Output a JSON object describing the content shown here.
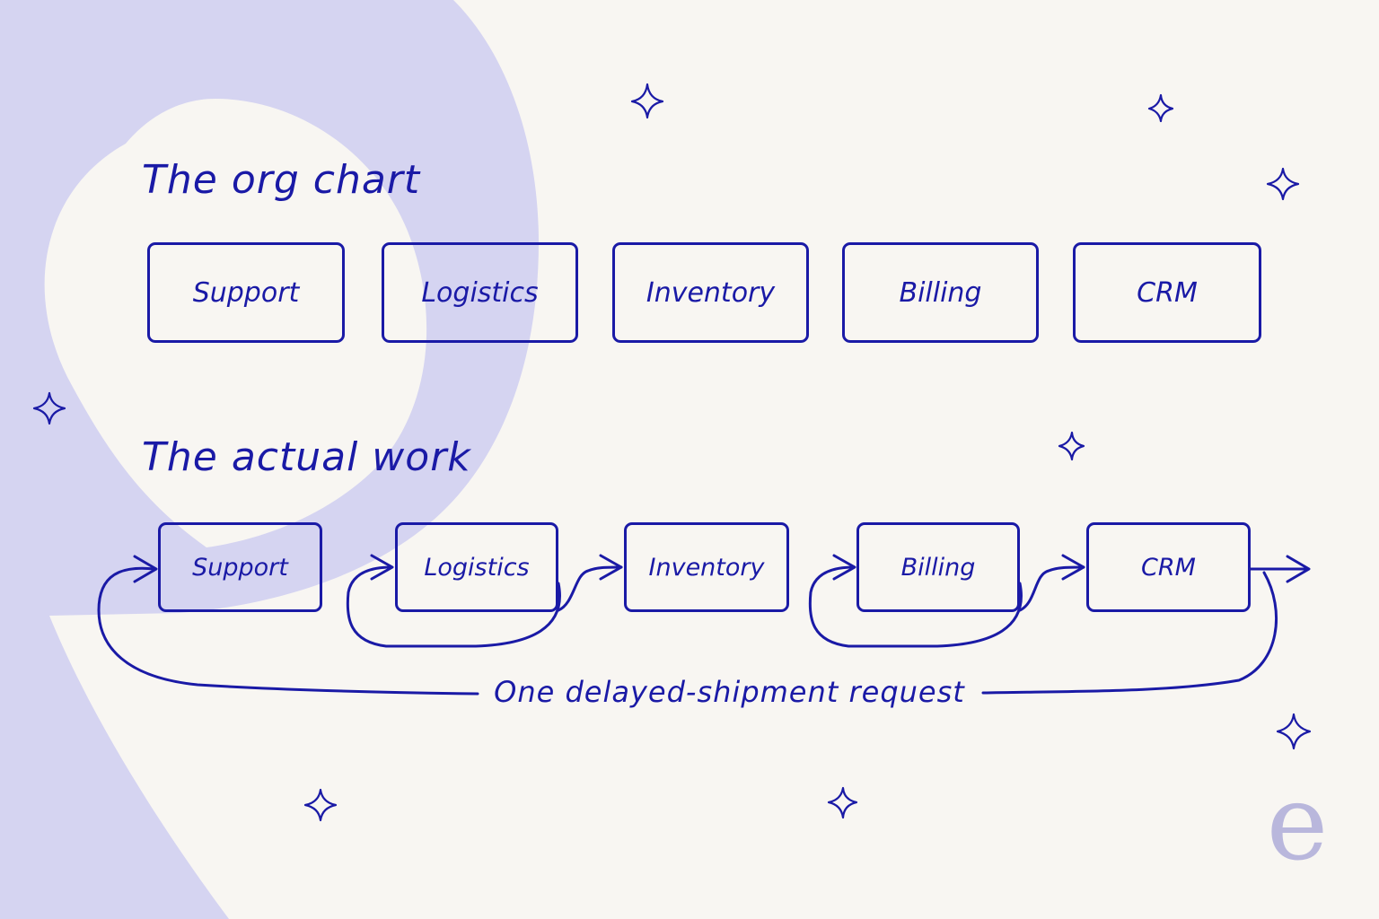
{
  "colors": {
    "ink": "#1a1aa6",
    "background": "#f8f6f2",
    "swirl": "#d5d4f1",
    "logo": "#b9b7dc"
  },
  "org_chart": {
    "title": "The org chart",
    "departments": [
      "Support",
      "Logistics",
      "Inventory",
      "Billing",
      "CRM"
    ]
  },
  "actual_work": {
    "title": "The actual work",
    "departments": [
      "Support",
      "Logistics",
      "Inventory",
      "Billing",
      "CRM"
    ],
    "caption": "One delayed-shipment request"
  },
  "decorations": {
    "star_icon": "four-point-sparkle-icon",
    "logo_letter": "e"
  }
}
